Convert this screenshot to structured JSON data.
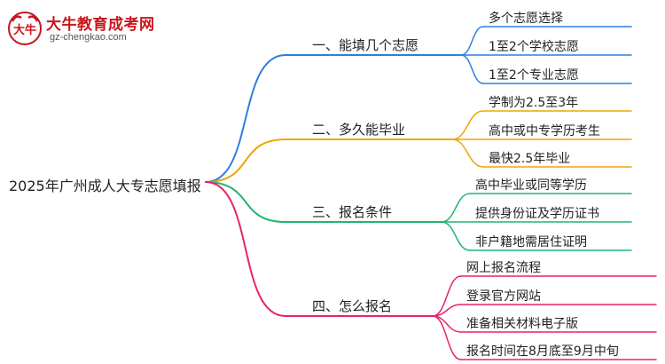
{
  "logo": {
    "title": "大牛教育成考网",
    "url": "gz-chengkao.com",
    "mark_text": "大牛",
    "icon": "ox-logo-icon"
  },
  "root": "2025年广州成人大专志愿填报",
  "branches": [
    {
      "label": "一、能填几个志愿",
      "color": "#2b7fe0",
      "leaves": [
        "多个志愿选择",
        "1至2个学校志愿",
        "1至2个专业志愿"
      ]
    },
    {
      "label": "二、多久能毕业",
      "color": "#f0a500",
      "leaves": [
        "学制为2.5至3年",
        "高中或中专学历考生",
        "最快2.5年毕业"
      ]
    },
    {
      "label": "三、报名条件",
      "color": "#22b573",
      "leaves": [
        "高中毕业或同等学历",
        "提供身份证及学历证书",
        "非户籍地需居住证明"
      ]
    },
    {
      "label": "四、怎么报名",
      "color": "#e8226e",
      "leaves": [
        "网上报名流程",
        "登录官方网站",
        "准备相关材料电子版",
        "报名时间在8月底至9月中旬"
      ]
    }
  ]
}
